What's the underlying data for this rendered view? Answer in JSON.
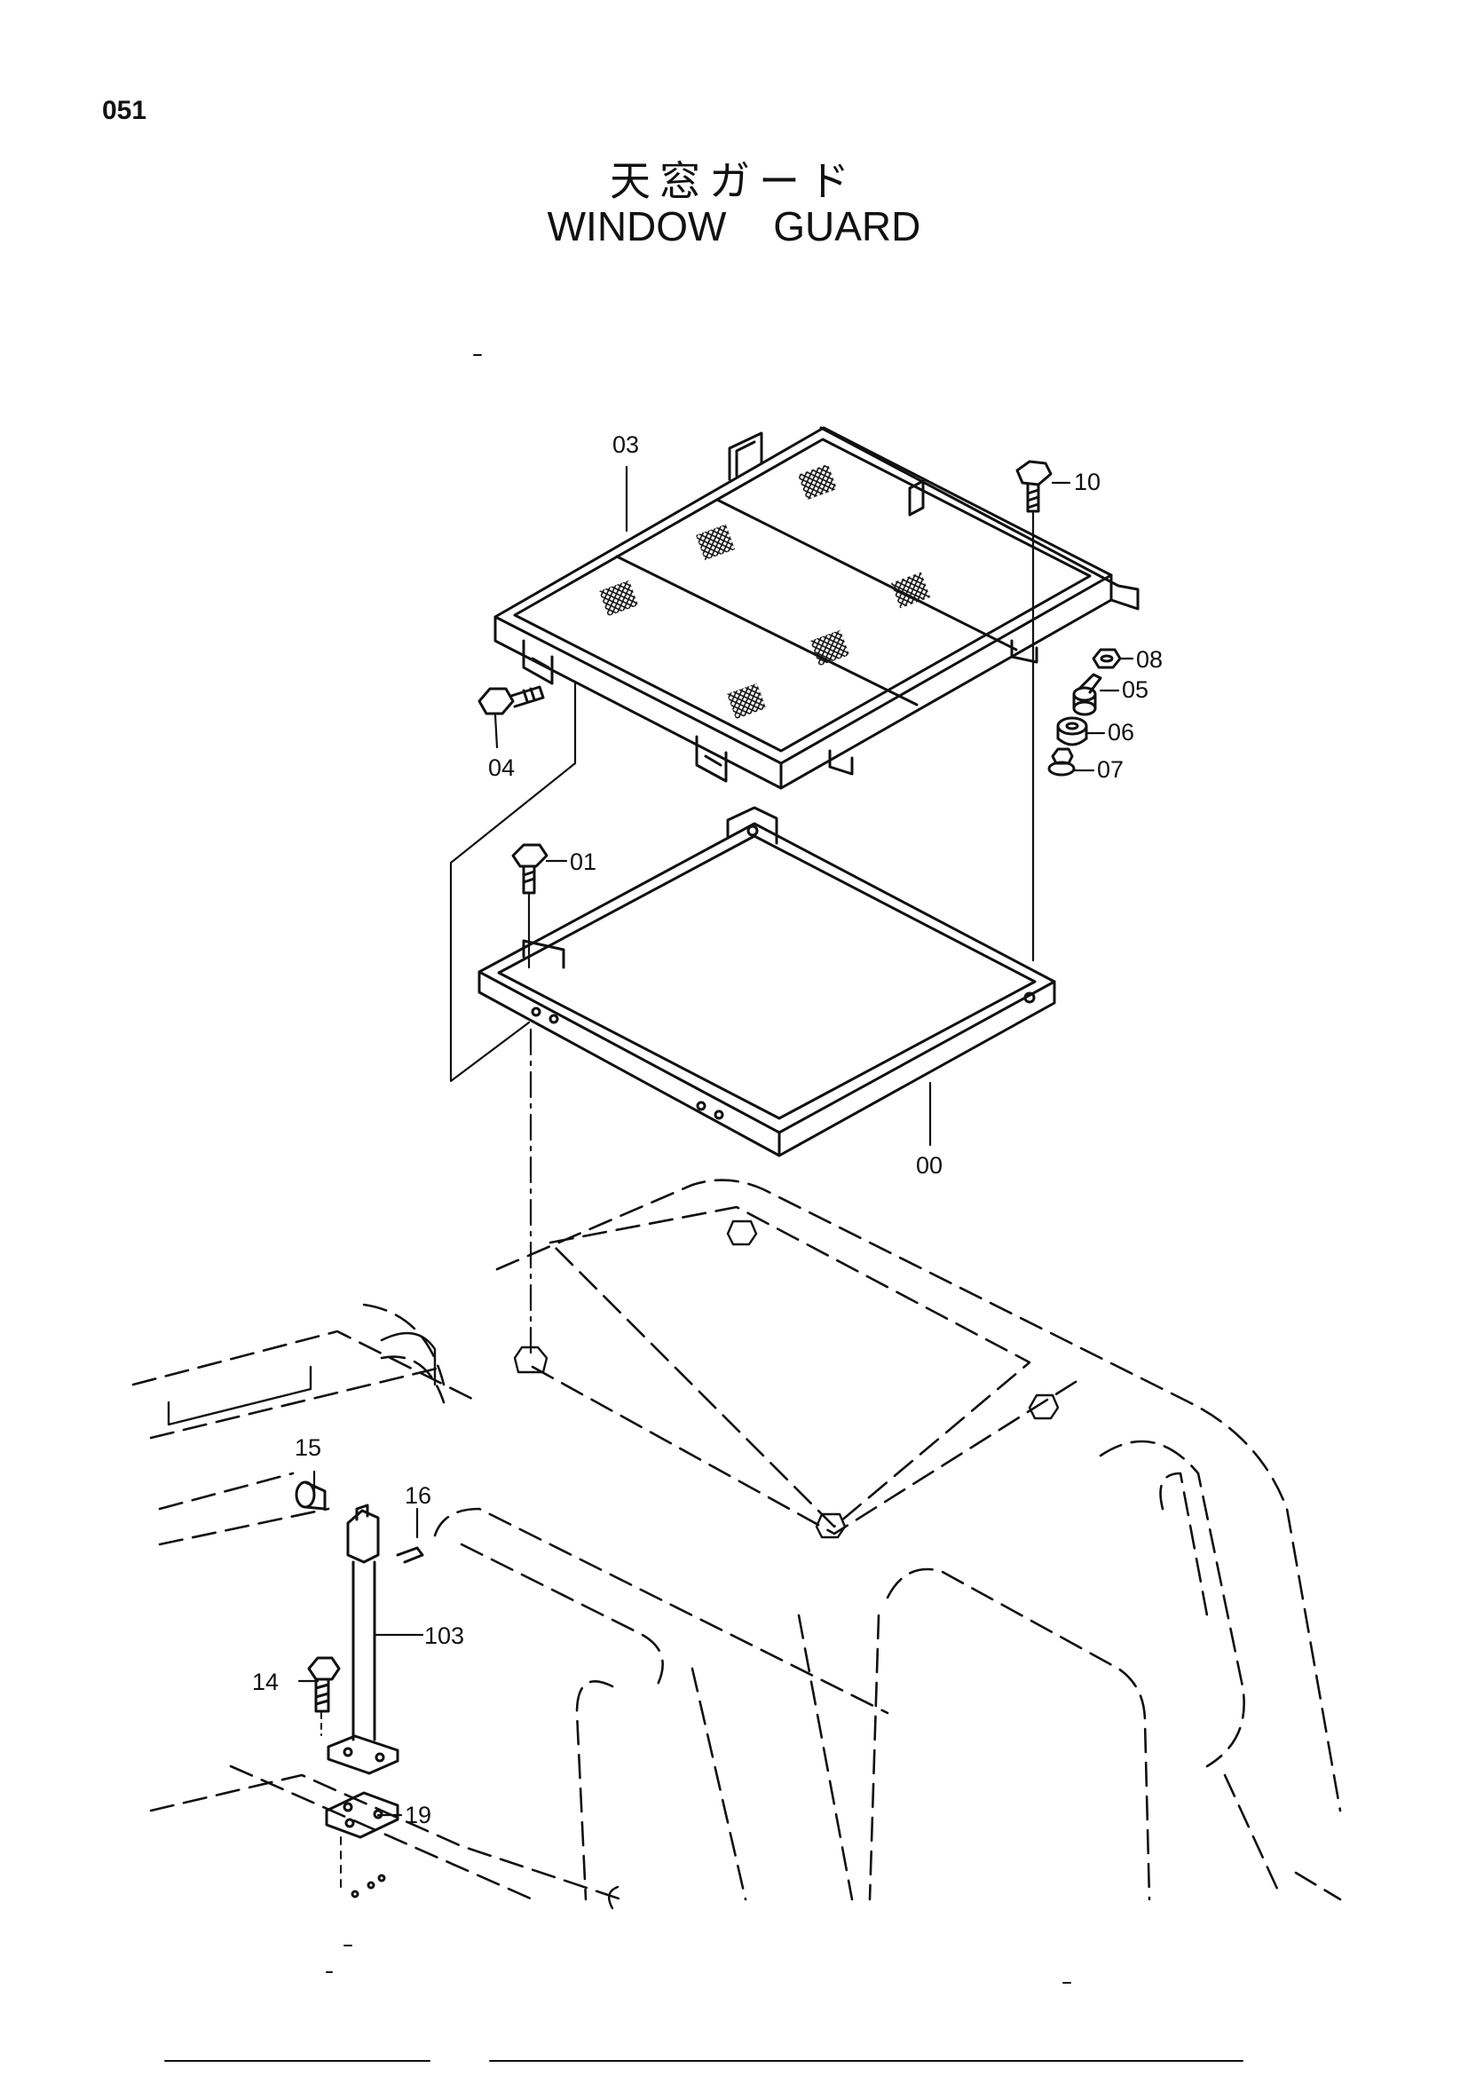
{
  "page": {
    "number": "051",
    "title_jp": "天窓ガード",
    "title_en": "WINDOW   GUARD"
  },
  "callouts": {
    "c00": "00",
    "c01": "01",
    "c03": "03",
    "c04": "04",
    "c05": "05",
    "c06": "06",
    "c07": "07",
    "c08": "08",
    "c10": "10",
    "c14": "14",
    "c15": "15",
    "c16": "16",
    "c19": "19",
    "c103": "103"
  }
}
